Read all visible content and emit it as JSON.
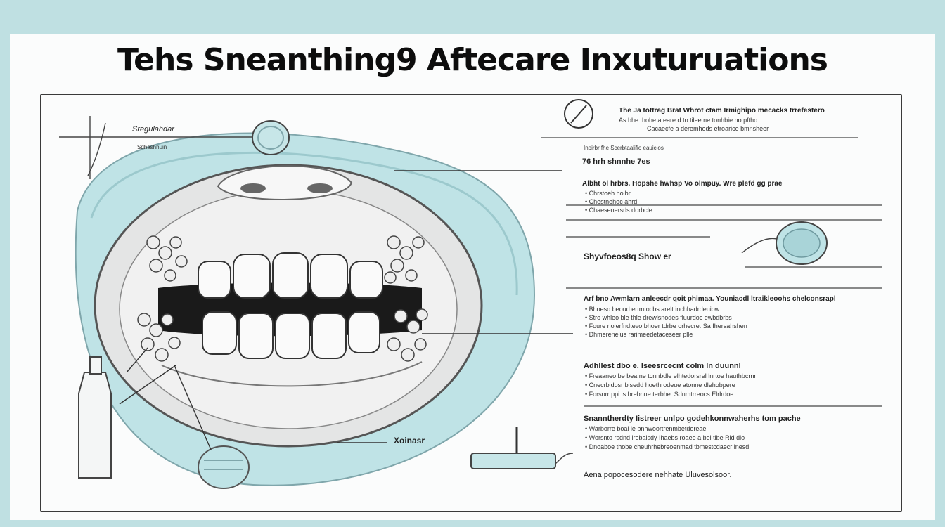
{
  "page": {
    "title": "Tehs Sneanthing9 Aftecare Inxuturuations",
    "background_color": "#bfe0e2",
    "accent_color": "#bfe3e6"
  },
  "callouts": {
    "top_left_label": "Sregulahdar",
    "top_left_sublabel": "Sdhashhuin",
    "bottom_label": "Xoinasr"
  },
  "right_panel": {
    "section1": {
      "heading": "The Ja tottrag Brat Whrot ctam Irmighipo mecacks trrefestero",
      "line2": "As bhe thohe ateare d to tilee ne tonhbie no pftho",
      "line3": "Cacaecfe a deremheds etroarice bmnsheer"
    },
    "section2": {
      "line1": "Inoirbr fhe Scerbtaalifio eauiclos",
      "heading": "76 hrh shnnhe 7es"
    },
    "section3": {
      "heading": "Albht ol hrbrs. Hopshe hwhsp Vo olmpuy. Wre plefd gg prae",
      "items": [
        "Chrstoeh hoibr",
        "Chestnehoc ahrd",
        "Chaesenersrls dorbcle"
      ]
    },
    "section4": {
      "heading": "Shyvfoeos8q Show er"
    },
    "section5": {
      "heading": "Arf bno Awmlarn anleecdr qoit phimaa. Youniacdl ltraikleoohs chelconsrapl",
      "items": [
        "Bhoeso beoud ertmtocbs arelt inchhadrdeuiow",
        "Stro whleo ble thle drewlsnodes fluurdoc ewbdbrbs",
        "Foure nolerfndtevo bhoer tdrbe orhecre. Sa Ihersahshen",
        "Dhmerenelus rarimeedetaceseer plle"
      ]
    },
    "section6": {
      "heading": "Adhllest dbo e. Iseesrcecnt colm In duunnl",
      "items": [
        "Freaaneo be bea ne tcnnbdle elhtedorsrel lnrtoe hauthbcrnr",
        "Cnecrbidosr bisedd hoethrodeue atonne dlehobpere",
        "Forsorr ppi is brebnne terbhe. Sdnmtrreocs Elrlrdoe"
      ]
    },
    "section7": {
      "heading": "Snanntherdty Iistreer unlpo godehkonnwaherhs tom pache",
      "items": [
        "Warborre boal ie bnhwoortrenmbetdoreae",
        "Worsnto rsdnd lrebaisdy Ihaebs roaee a bel tlbe Rid dio",
        "Dnoaboe thobe cheuhrhebreoenmad tbmestcdaecr lnesd"
      ]
    },
    "footer_note": "Aena popocesodere nehhate Uluvesolsoor."
  }
}
